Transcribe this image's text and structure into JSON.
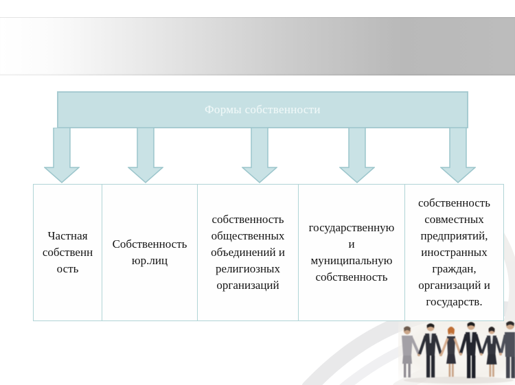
{
  "slide": {
    "header": {
      "label": "Формы собственности",
      "fill": "#c6e0e3",
      "border": "#a7cbd1",
      "text_color": "#eff8f8"
    },
    "arrows": {
      "count": "5",
      "fill": "#c9e2e5",
      "border": "#9bc5cb"
    },
    "boxes": [
      {
        "text": "Частная\nсобственн\nость"
      },
      {
        "text": "Собственность\nюр.лиц"
      },
      {
        "text": "собственность\nобщественных\nобъединений и\nрелигиозных\nорганизаций"
      },
      {
        "text": "государственную\nи\nмуниципальную\nсобственность"
      },
      {
        "text": "собственность\nсовместных\nпредприятий,\nиностранных\nграждан,\nорганизаций и\nгосударств."
      }
    ],
    "decor": {
      "photo_alt": "business people holding hands",
      "band_gray": "#b9b9b9",
      "box_border": "#b0d4d6"
    }
  }
}
